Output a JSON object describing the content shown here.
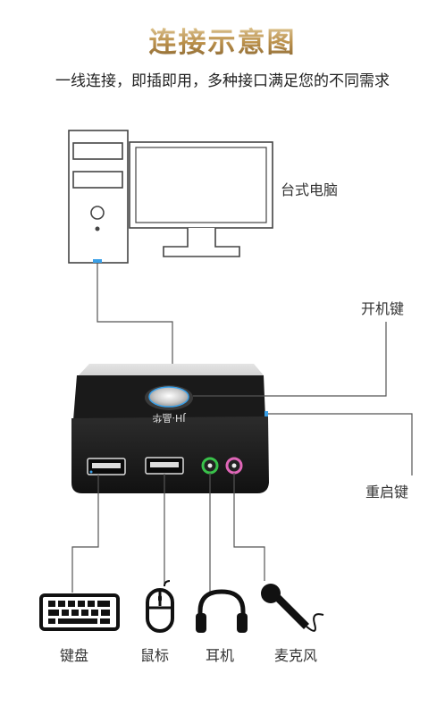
{
  "header": {
    "title": "连接示意图",
    "subtitle": "一线连接，即插即用，多种接口满足您的不同需求"
  },
  "labels": {
    "desktop": "台式电脑",
    "power_key": "开机键",
    "reset_key": "重启键",
    "keyboard": "键盘",
    "mouse": "鼠标",
    "headphone": "耳机",
    "microphone": "麦克风"
  },
  "device": {
    "brand_text": "JH·晶华"
  },
  "colors": {
    "title_gold": "#c69a52",
    "line": "#555555",
    "device_body": "#1e1e1e",
    "device_top": "#cfcfcf",
    "usb_blue": "#3aa0e8",
    "jack_green": "#39c24a",
    "jack_pink": "#e066b8"
  }
}
